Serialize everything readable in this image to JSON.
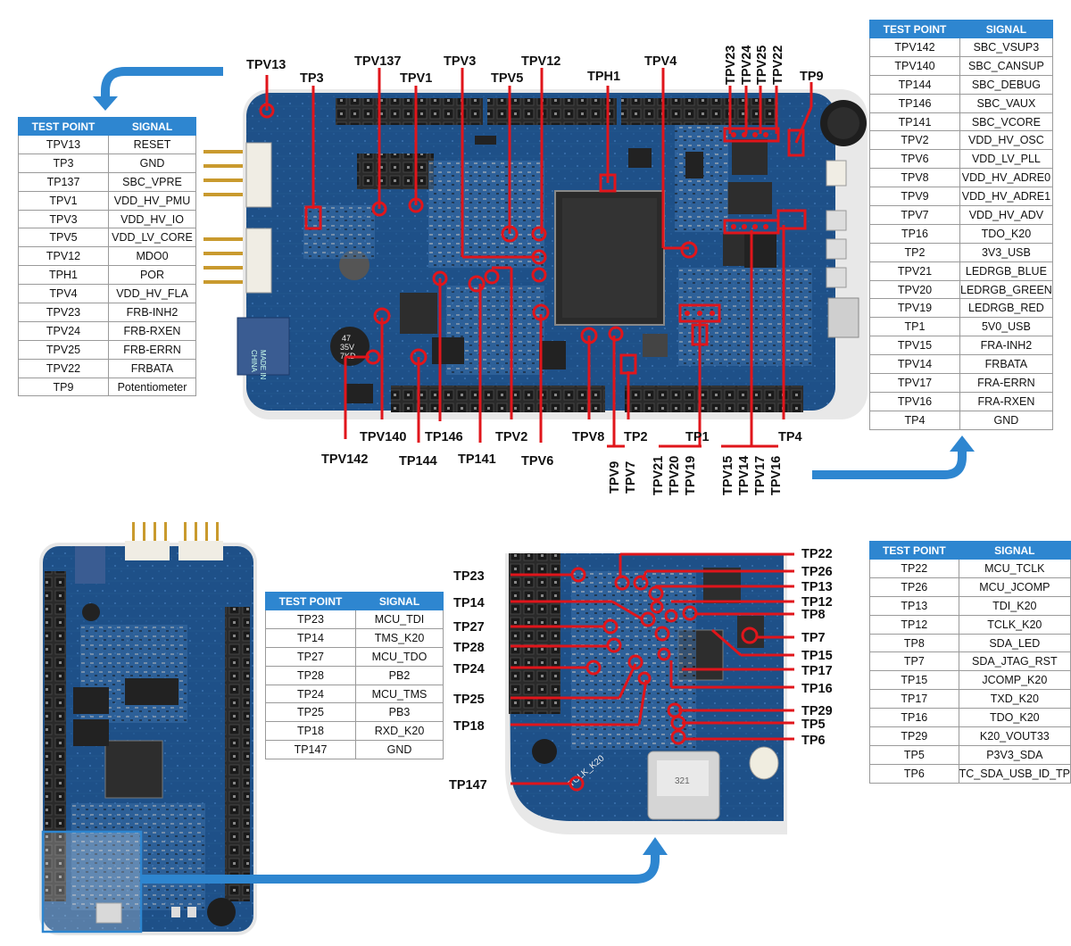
{
  "colors": {
    "accent": "#2e86d0",
    "marker": "#e0151b",
    "board": "#1d4e86",
    "header_bg": "#2e86d0"
  },
  "table_headers": {
    "test_point": "TEST POINT",
    "signal": "SIGNAL"
  },
  "table_left": [
    [
      "TPV13",
      "RESET"
    ],
    [
      "TP3",
      "GND"
    ],
    [
      "TP137",
      "SBC_VPRE"
    ],
    [
      "TPV1",
      "VDD_HV_PMU"
    ],
    [
      "TPV3",
      "VDD_HV_IO"
    ],
    [
      "TPV5",
      "VDD_LV_CORE"
    ],
    [
      "TPV12",
      "MDO0"
    ],
    [
      "TPH1",
      "POR"
    ],
    [
      "TPV4",
      "VDD_HV_FLA"
    ],
    [
      "TPV23",
      "FRB-INH2"
    ],
    [
      "TPV24",
      "FRB-RXEN"
    ],
    [
      "TPV25",
      "FRB-ERRN"
    ],
    [
      "TPV22",
      "FRBATA"
    ],
    [
      "TP9",
      "Potentiometer"
    ]
  ],
  "table_right": [
    [
      "TPV142",
      "SBC_VSUP3"
    ],
    [
      "TPV140",
      "SBC_CANSUP"
    ],
    [
      "TP144",
      "SBC_DEBUG"
    ],
    [
      "TP146",
      "SBC_VAUX"
    ],
    [
      "TP141",
      "SBC_VCORE"
    ],
    [
      "TPV2",
      "VDD_HV_OSC"
    ],
    [
      "TPV6",
      "VDD_LV_PLL"
    ],
    [
      "TPV8",
      "VDD_HV_ADRE0"
    ],
    [
      "TPV9",
      "VDD_HV_ADRE1"
    ],
    [
      "TPV7",
      "VDD_HV_ADV"
    ],
    [
      "TP16",
      "TDO_K20"
    ],
    [
      "TP2",
      "3V3_USB"
    ],
    [
      "TPV21",
      "LEDRGB_BLUE"
    ],
    [
      "TPV20",
      "LEDRGB_GREEN"
    ],
    [
      "TPV19",
      "LEDRGB_RED"
    ],
    [
      "TP1",
      "5V0_USB"
    ],
    [
      "TPV15",
      "FRA-INH2"
    ],
    [
      "TPV14",
      "FRBATA"
    ],
    [
      "TPV17",
      "FRA-ERRN"
    ],
    [
      "TPV16",
      "FRA-RXEN"
    ],
    [
      "TP4",
      "GND"
    ]
  ],
  "table_mid": [
    [
      "TP23",
      "MCU_TDI"
    ],
    [
      "TP14",
      "TMS_K20"
    ],
    [
      "TP27",
      "MCU_TDO"
    ],
    [
      "TP28",
      "PB2"
    ],
    [
      "TP24",
      "MCU_TMS"
    ],
    [
      "TP25",
      "PB3"
    ],
    [
      "TP18",
      "RXD_K20"
    ],
    [
      "TP147",
      "GND"
    ]
  ],
  "table_bottom_right": [
    [
      "TP22",
      "MCU_TCLK"
    ],
    [
      "TP26",
      "MCU_JCOMP"
    ],
    [
      "TP13",
      "TDI_K20"
    ],
    [
      "TP12",
      "TCLK_K20"
    ],
    [
      "TP8",
      "SDA_LED"
    ],
    [
      "TP7",
      "SDA_JTAG_RST"
    ],
    [
      "TP15",
      "JCOMP_K20"
    ],
    [
      "TP17",
      "TXD_K20"
    ],
    [
      "TP16",
      "TDO_K20"
    ],
    [
      "TP29",
      "K20_VOUT33"
    ],
    [
      "TP5",
      "P3V3_SDA"
    ],
    [
      "TP6",
      "TC_SDA_USB_ID_TP"
    ]
  ],
  "labels_top": {
    "tpv13": "TPV13",
    "tp3": "TP3",
    "tpv137": "TPV137",
    "tpv1": "TPV1",
    "tpv3": "TPV3",
    "tpv5": "TPV5",
    "tpv12": "TPV12",
    "tph1": "TPH1",
    "tpv4": "TPV4",
    "tpv23": "TPV23",
    "tpv24": "TPV24",
    "tpv25": "TPV25",
    "tpv22": "TPV22",
    "tp9": "TP9"
  },
  "labels_bottom": {
    "tpv140": "TPV140",
    "tpv142": "TPV142",
    "tp146": "TP146",
    "tp144": "TP144",
    "tp141": "TP141",
    "tpv2": "TPV2",
    "tpv6": "TPV6",
    "tpv8": "TPV8",
    "tp2": "TP2",
    "tp1": "TP1",
    "tp4": "TP4",
    "tpv9": "TPV9",
    "tpv7": "TPV7",
    "tpv21": "TPV21",
    "tpv20": "TPV20",
    "tpv19": "TPV19",
    "tpv15": "TPV15",
    "tpv14": "TPV14",
    "tpv17": "TPV17",
    "tpv16": "TPV16"
  },
  "labels_zoom_left": {
    "tp23": "TP23",
    "tp14": "TP14",
    "tp27": "TP27",
    "tp28": "TP28",
    "tp24": "TP24",
    "tp25": "TP25",
    "tp18": "TP18",
    "tp147": "TP147"
  },
  "labels_zoom_right": {
    "tp22": "TP22",
    "tp26": "TP26",
    "tp13": "TP13",
    "tp12": "TP12",
    "tp8": "TP8",
    "tp7": "TP7",
    "tp15": "TP15",
    "tp17": "TP17",
    "tp16": "TP16",
    "tp29": "TP29",
    "tp5": "TP5",
    "tp6": "TP6"
  },
  "silkscreen": {
    "made_in": "MADE IN",
    "china": "CHINA",
    "cap": "47",
    "cap_v": "35V",
    "cap_code": "7KD",
    "k20": "TCLK_K20",
    "usb": "321"
  }
}
